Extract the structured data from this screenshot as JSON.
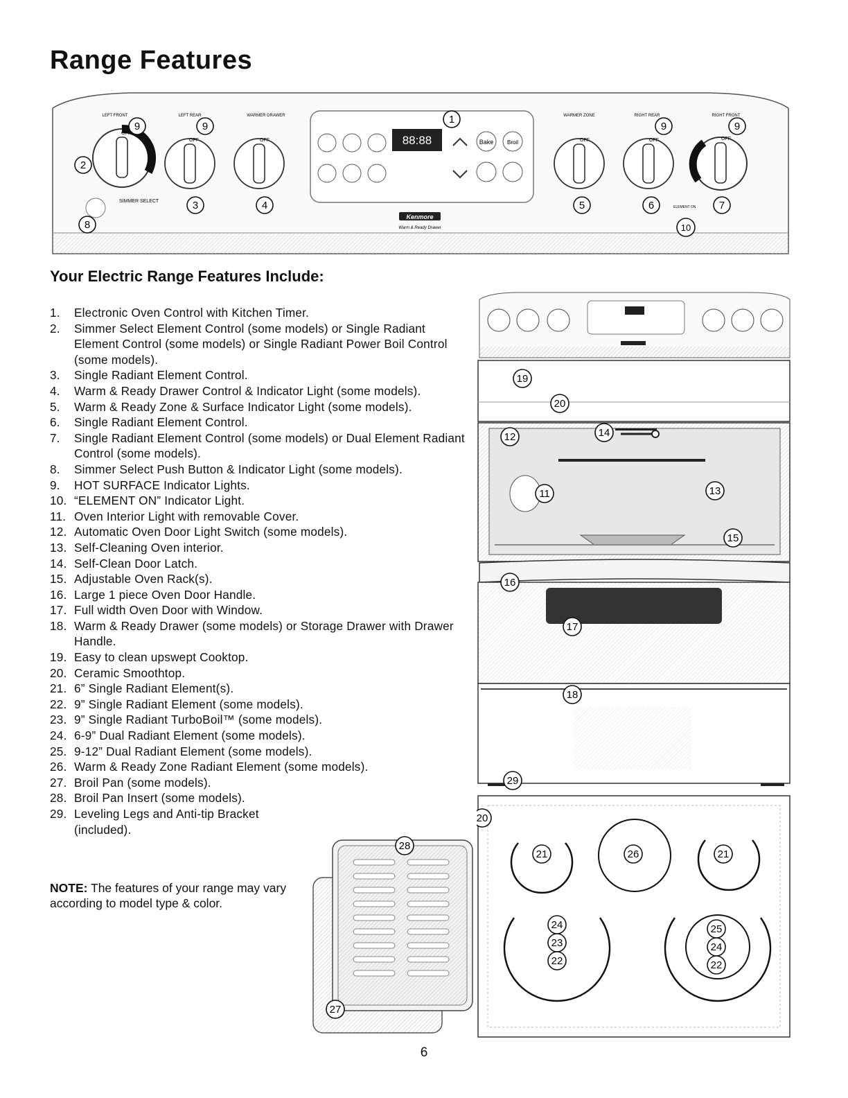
{
  "page": {
    "title": "Range Features",
    "subtitle": "Your Electric Range Features Include:",
    "page_number": "6"
  },
  "features": [
    {
      "num": "1.",
      "text": "Electronic Oven Control with Kitchen Timer."
    },
    {
      "num": "2.",
      "text": "Simmer Select Element Control (some models) or Single Radiant Element Control (some models) or Single Radiant Power Boil Control (some models)."
    },
    {
      "num": "3.",
      "text": "Single Radiant Element Control."
    },
    {
      "num": "4.",
      "text": "Warm & Ready Drawer Control & Indicator Light (some models)."
    },
    {
      "num": "5.",
      "text": "Warm & Ready Zone & Surface Indicator Light (some models)."
    },
    {
      "num": "6.",
      "text": "Single Radiant Element Control."
    },
    {
      "num": "7.",
      "text": "Single Radiant Element Control (some models) or Dual Element Radiant Control (some models)."
    },
    {
      "num": "8.",
      "text": "Simmer Select Push Button & Indicator Light (some models)."
    },
    {
      "num": "9.",
      "text": "HOT SURFACE Indicator Lights."
    },
    {
      "num": "10.",
      "text": "“ELEMENT ON” Indicator Light."
    },
    {
      "num": "11.",
      "text": "Oven Interior Light with removable Cover."
    },
    {
      "num": "12.",
      "text": "Automatic Oven Door Light Switch (some models)."
    },
    {
      "num": "13.",
      "text": "Self-Cleaning Oven interior."
    },
    {
      "num": "14.",
      "text": "Self-Clean Door Latch."
    },
    {
      "num": "15.",
      "text": "Adjustable Oven Rack(s)."
    },
    {
      "num": "16.",
      "text": "Large 1 piece Oven Door Handle."
    },
    {
      "num": "17.",
      "text": "Full width Oven Door with Window."
    },
    {
      "num": "18.",
      "text": "Warm & Ready Drawer (some models) or Storage Drawer with Drawer Handle."
    },
    {
      "num": "19.",
      "text": "Easy to clean upswept Cooktop."
    },
    {
      "num": "20.",
      "text": "Ceramic Smoothtop."
    },
    {
      "num": "21.",
      "text": "6” Single Radiant Element(s)."
    },
    {
      "num": "22.",
      "text": "9” Single Radiant Element (some models)."
    },
    {
      "num": "23.",
      "text": "9” Single Radiant TurboBoil™ (some models)."
    },
    {
      "num": "24.",
      "text": "6-9” Dual Radiant Element (some models)."
    },
    {
      "num": "25.",
      "text": "9-12” Dual Radiant Element (some models)."
    },
    {
      "num": "26.",
      "text": "Warm & Ready Zone Radiant Element (some models)."
    },
    {
      "num": "27.",
      "text": "Broil Pan (some models)."
    },
    {
      "num": "28.",
      "text": "Broil Pan Insert (some models)."
    },
    {
      "num": "29.",
      "text": "Leveling Legs and Anti-tip Bracket (included)."
    }
  ],
  "note": {
    "label": "NOTE:",
    "text": " The features of your range may vary according to model type & color."
  },
  "panel": {
    "knob_labels": [
      "LEFT FRONT",
      "LEFT REAR",
      "WARMER DRAWER",
      "WARMER ZONE",
      "RIGHT REAR",
      "RIGHT FRONT"
    ],
    "off_label": "OFF",
    "simmer_label": "SIMMER SELECT",
    "element_on_label": "ELEMENT ON",
    "display": "88:88",
    "bake": "Bake",
    "broil": "Broil",
    "brand": "Kenmore",
    "brand_sub": "Warm & Ready Drawer"
  },
  "callouts": {
    "c1": "1",
    "c2": "2",
    "c3": "3",
    "c4": "4",
    "c5": "5",
    "c6": "6",
    "c7": "7",
    "c8": "8",
    "c9": "9",
    "c10": "10",
    "c11": "11",
    "c12": "12",
    "c13": "13",
    "c14": "14",
    "c15": "15",
    "c16": "16",
    "c17": "17",
    "c18": "18",
    "c19": "19",
    "c20": "20",
    "c21": "21",
    "c22": "22",
    "c23": "23",
    "c24": "24",
    "c25": "25",
    "c26": "26",
    "c27": "27",
    "c28": "28",
    "c29": "29"
  },
  "colors": {
    "line": "#222222",
    "fill_light": "#f2f2f2",
    "fill_dark": "#b9b9b9"
  }
}
